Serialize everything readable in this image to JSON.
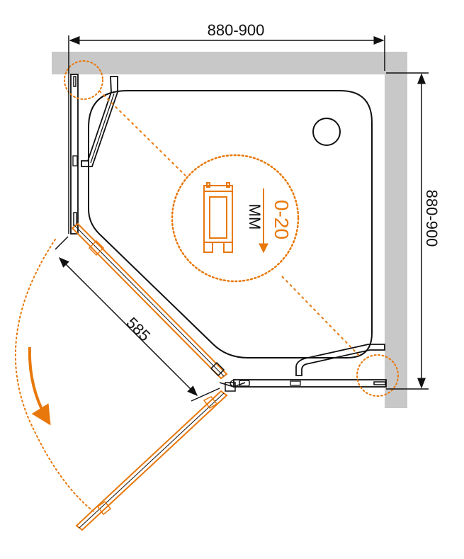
{
  "dimensions": {
    "top_width": "880-900",
    "right_height": "880-900",
    "door_width": "585"
  },
  "detail": {
    "adjustment_range": "0-20",
    "unit": "MM"
  },
  "colors": {
    "line": "#111111",
    "accent": "#e8780c",
    "wall": "#c8c8c8"
  }
}
